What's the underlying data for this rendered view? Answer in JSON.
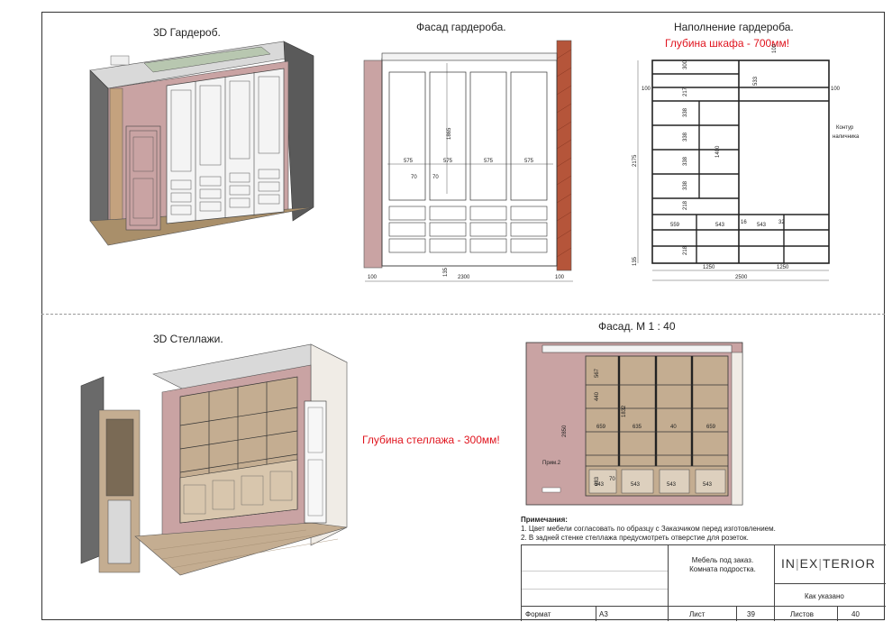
{
  "sheet": {
    "titles": {
      "wardrobe_3d": "3D Гардероб.",
      "wardrobe_facade": "Фасад гардероба.",
      "wardrobe_fill": "Наполнение гардероба.",
      "wardrobe_depth": "Глубина шкафа - 700мм!",
      "shelves_3d": "3D Стеллажи.",
      "shelves_facade": "Фасад. М 1 : 40",
      "shelves_depth": "Глубина стеллажа - 300мм!"
    },
    "facade_dims": {
      "col_width": "575",
      "h1865": "1865",
      "d70": "70",
      "d135": "135",
      "total": "2300",
      "side": "100"
    },
    "fill_dims": {
      "half": "1250",
      "total": "2500",
      "h2175": "2175",
      "h533": "533",
      "h1400": "1400",
      "w559": "559",
      "w543": "543",
      "d100": "100",
      "d300": "300",
      "d217": "217",
      "d338": "338",
      "d218": "218",
      "d16": "16",
      "d32": "32",
      "d135": "135",
      "contour": "Контур",
      "contour2": "наличника"
    },
    "shelf_dims": {
      "w659": "659",
      "w635": "635",
      "w40": "40",
      "h2850": "2850",
      "h440": "440",
      "h567": "567",
      "h1832": "1832",
      "h683": "683",
      "w543": "543",
      "w70": "70",
      "prim": "Прим.2"
    },
    "notes": {
      "heading": "Примечания:",
      "items": [
        "1. Цвет мебели согласовать по образцу с Заказчиком перед изготовлением.",
        "2. В задней стенке стеллажа предусмотреть отверстие для розеток."
      ]
    },
    "title_block": {
      "project_line1": "Мебель под заказ.",
      "project_line2": "Комната подростка.",
      "logo": "IN|EX|TERIOR",
      "scale": "Как указано",
      "format_label": "Формат",
      "format_value": "А3",
      "sheet_label": "Лист",
      "sheet_value": "39",
      "sheets_label": "Листов",
      "sheets_value": "40"
    }
  },
  "colors": {
    "accent_red": "#e0141e",
    "wall_pink": "#c9a3a3",
    "brick": "#b5553a",
    "wood": "#c4ad91",
    "dark": "#2a2a2a"
  }
}
